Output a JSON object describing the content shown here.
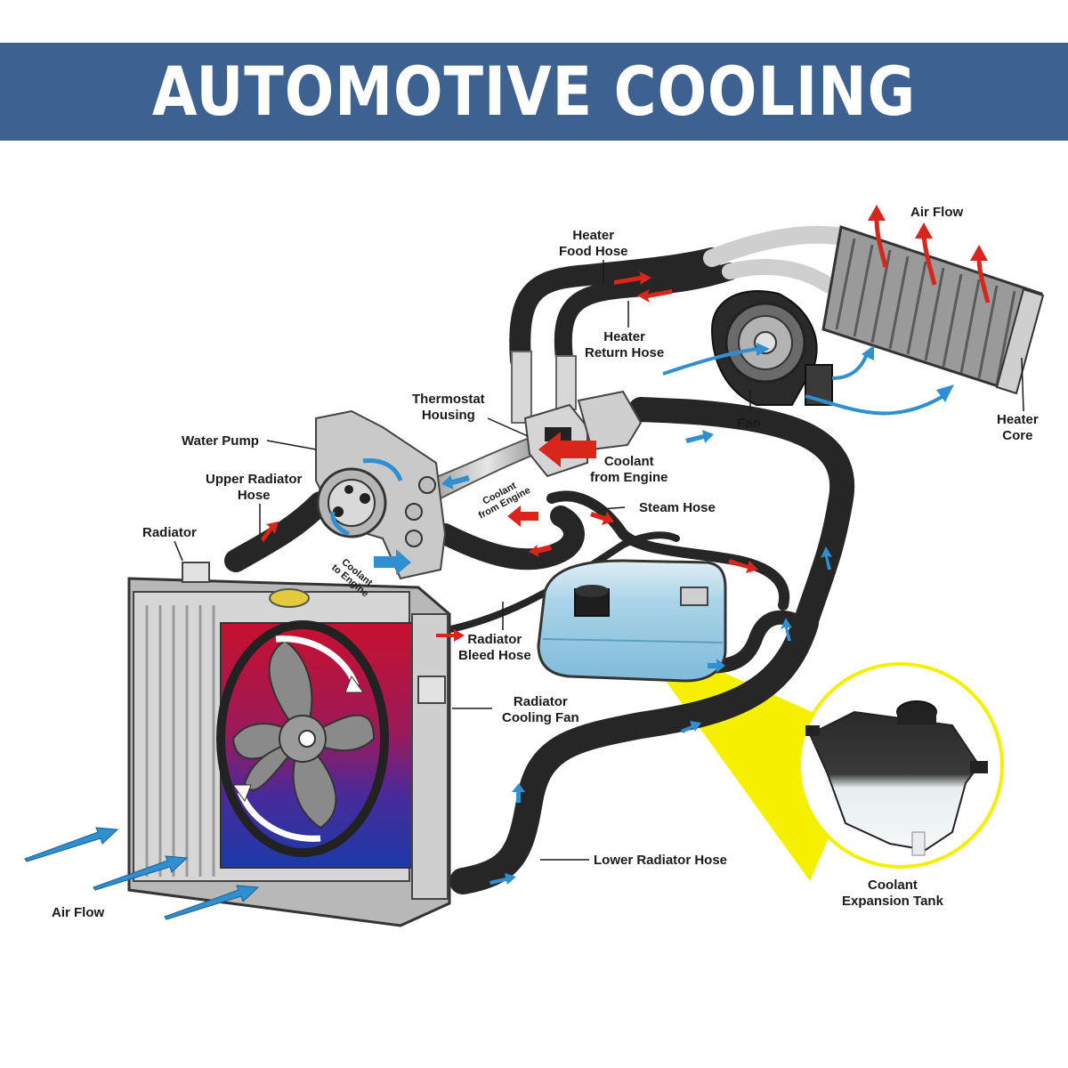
{
  "title": "AUTOMOTIVE COOLING SYSTEM",
  "labels": {
    "heater_food_hose": [
      "Heater",
      "Food Hose"
    ],
    "air_flow_top": "Air Flow",
    "heater_return_hose": [
      "Heater",
      "Return Hose"
    ],
    "thermostat_housing": [
      "Thermostat",
      "Housing"
    ],
    "water_pump": "Water Pump",
    "upper_radiator_hose": [
      "Upper Radiator",
      "Hose"
    ],
    "radiator": "Radiator",
    "fan": "Fan",
    "heater_core": [
      "Heater",
      "Core"
    ],
    "coolant_from_engine_big": [
      "Coolant",
      "from Engine"
    ],
    "coolant_from_engine_small": [
      "Coolant",
      "from Engine"
    ],
    "coolant_to_engine": [
      "Coolant",
      "to Engine"
    ],
    "steam_hose": "Steam Hose",
    "radiator_bleed_hose": [
      "Radiator",
      "Bleed Hose"
    ],
    "radiator_cooling_fan": [
      "Radiator",
      "Cooling Fan"
    ],
    "lower_radiator_hose": "Lower Radiator Hose",
    "air_flow_left": "Air Flow",
    "coolant_expansion_tank": [
      "Coolant",
      "Expansion Tank"
    ]
  },
  "colors": {
    "banner": "#3d6292",
    "hose": "#262626",
    "hot_arrow": "#d9261c",
    "cold_arrow": "#2f8fd0",
    "radiator_hot": "#c8102e",
    "radiator_cold": "#1c3aa8",
    "tank": "#a9d3e8",
    "callout": "#f4f000"
  }
}
